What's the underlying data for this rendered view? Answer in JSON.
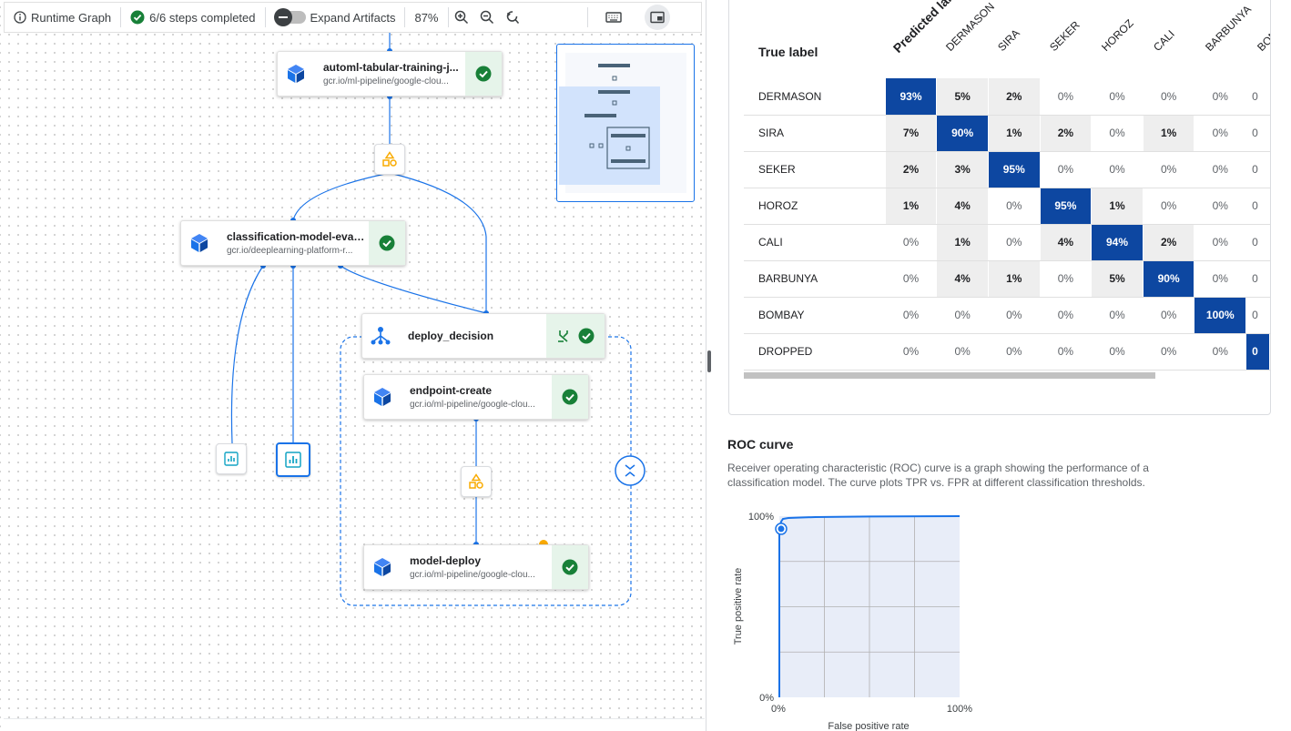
{
  "toolbar": {
    "runtime_graph": "Runtime Graph",
    "steps_completed": "6/6 steps completed",
    "expand_artifacts": "Expand Artifacts",
    "zoom_level": "87%"
  },
  "nodes": {
    "automl": {
      "title": "automl-tabular-training-j...",
      "subtitle": "gcr.io/ml-pipeline/google-clou..."
    },
    "classification": {
      "title": "classification-model-eval...",
      "subtitle": "gcr.io/deeplearning-platform-r..."
    },
    "deploy_decision": {
      "title": "deploy_decision"
    },
    "endpoint_create": {
      "title": "endpoint-create",
      "subtitle": "gcr.io/ml-pipeline/google-clou..."
    },
    "model_deploy": {
      "title": "model-deploy",
      "subtitle": "gcr.io/ml-pipeline/google-clou..."
    }
  },
  "confusion_matrix": {
    "true_label": "True label",
    "predicted_label": "Predicted label",
    "columns": [
      "DERMASON",
      "SIRA",
      "SEKER",
      "HOROZ",
      "CALI",
      "BARBUNYA",
      "BOMBAY"
    ],
    "rows": [
      {
        "label": "DERMASON",
        "cells": [
          "93%",
          "5%",
          "2%",
          "0%",
          "0%",
          "0%",
          "0%",
          "0"
        ]
      },
      {
        "label": "SIRA",
        "cells": [
          "7%",
          "90%",
          "1%",
          "2%",
          "0%",
          "1%",
          "0%",
          "0"
        ]
      },
      {
        "label": "SEKER",
        "cells": [
          "2%",
          "3%",
          "95%",
          "0%",
          "0%",
          "0%",
          "0%",
          "0"
        ]
      },
      {
        "label": "HOROZ",
        "cells": [
          "1%",
          "4%",
          "0%",
          "95%",
          "1%",
          "0%",
          "0%",
          "0"
        ]
      },
      {
        "label": "CALI",
        "cells": [
          "0%",
          "1%",
          "0%",
          "4%",
          "94%",
          "2%",
          "0%",
          "0"
        ]
      },
      {
        "label": "BARBUNYA",
        "cells": [
          "0%",
          "4%",
          "1%",
          "0%",
          "5%",
          "90%",
          "0%",
          "0"
        ]
      },
      {
        "label": "BOMBAY",
        "cells": [
          "0%",
          "0%",
          "0%",
          "0%",
          "0%",
          "0%",
          "100%",
          "0"
        ]
      },
      {
        "label": "DROPPED",
        "cells": [
          "0%",
          "0%",
          "0%",
          "0%",
          "0%",
          "0%",
          "0%",
          "0"
        ]
      }
    ]
  },
  "roc": {
    "title": "ROC curve",
    "description": "Receiver operating characteristic (ROC) curve is a graph showing the performance of a classification model. The curve plots TPR vs. FPR at different classification thresholds.",
    "xlabel": "False positive rate",
    "ylabel": "True positive rate",
    "x_ticks": [
      "0%",
      "100%"
    ],
    "y_ticks": [
      "0%",
      "100%"
    ]
  },
  "chart_data": {
    "type": "line",
    "title": "ROC curve",
    "xlabel": "False positive rate",
    "ylabel": "True positive rate",
    "xlim": [
      0,
      1
    ],
    "ylim": [
      0,
      1
    ],
    "grid": true,
    "series": [
      {
        "x": [
          0,
          0.0,
          0.005,
          0.01,
          0.02,
          0.05,
          0.1,
          0.2,
          0.5,
          1.0
        ],
        "y": [
          0,
          0.9,
          0.95,
          0.97,
          0.985,
          0.99,
          0.992,
          0.995,
          0.998,
          1.0
        ]
      }
    ],
    "highlight_point": {
      "x": 0.01,
      "y": 0.93
    }
  },
  "colors": {
    "accent": "#1a73e8",
    "success": "#188038",
    "artifact": "#f9ab00",
    "cm_high": "#0d47a1",
    "cm_grey": "#eeeeee"
  }
}
